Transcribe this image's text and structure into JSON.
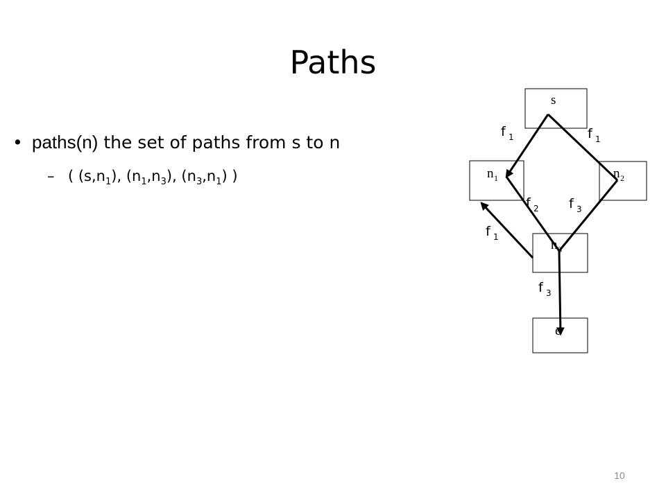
{
  "slide": {
    "title": "Paths",
    "page_number": "10"
  },
  "bullet": {
    "term": "paths(n)",
    "text": " the set of paths from s to n"
  },
  "sub_bullet": {
    "dash": "–",
    "p1": "( (s,n",
    "s1": "1",
    "p2": "), (n",
    "s2": "1",
    "p3": ",n",
    "s3": "3",
    "p4": "), (n",
    "s4": "3",
    "p5": ",n",
    "s5": "1",
    "p6": ") )"
  },
  "diagram": {
    "nodes": {
      "s": {
        "label": "s"
      },
      "n1": {
        "label": "n",
        "sub": "1"
      },
      "n2": {
        "label": "n",
        "sub": "2"
      },
      "n3": {
        "label": "n",
        "sub": "3"
      },
      "e": {
        "label": "e"
      }
    },
    "edges": {
      "s_n1": {
        "label": "f",
        "sub": "1"
      },
      "s_n2": {
        "label": "f",
        "sub": "1"
      },
      "n1_n3": {
        "label": "f",
        "sub": "2"
      },
      "n2_n3": {
        "label": "f",
        "sub": "3"
      },
      "n3_n1": {
        "label": "f",
        "sub": "1"
      },
      "n3_e": {
        "label": "f",
        "sub": "3"
      }
    }
  }
}
